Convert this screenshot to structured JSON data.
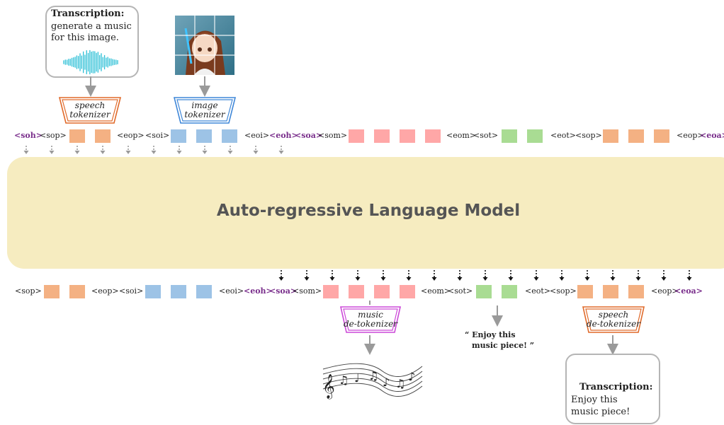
{
  "input_bubble": {
    "title": "Transcription:",
    "lines": [
      "generate a music",
      "for this image."
    ]
  },
  "tokenizers": {
    "speech": [
      "speech",
      "tokenizer"
    ],
    "image": [
      "image",
      "tokenizer"
    ]
  },
  "model_title": "Auto-regressive Language Model",
  "input_tokens": [
    "<soh>",
    "<sop>",
    "<eop>",
    "<soi>",
    "<eoi>",
    "<eoh>",
    "<soa>",
    "<som>",
    "<eom>",
    "<sot>",
    "<eot>",
    "<sop>",
    "<eop>",
    "<eoa>"
  ],
  "output_tokens": [
    "<sop>",
    "<eop>",
    "<soi>",
    "<eoi>",
    "<eoh>",
    "<soa>",
    "<som>",
    "<eom>",
    "<sot>",
    "<eot>",
    "<sop>",
    "<eop>",
    "<eoa>"
  ],
  "detokenizers": {
    "music": [
      "music",
      "de-tokenizer"
    ],
    "speech": [
      "speech",
      "de-tokenizer"
    ]
  },
  "text_output": [
    "“ Enjoy this",
    "music piece! ”"
  ],
  "output_bubble": {
    "title": "Transcription:",
    "lines": [
      "Enjoy this",
      "music piece!"
    ]
  },
  "colors": {
    "speech": "#f4b183",
    "image": "#9dc3e6",
    "music": "#ffa7a7",
    "text": "#a9dc93",
    "special": "#7a2f8c",
    "model": "#f6ecc0"
  },
  "icons": [
    "waveform-icon",
    "anime-image",
    "music-notes-icon"
  ]
}
